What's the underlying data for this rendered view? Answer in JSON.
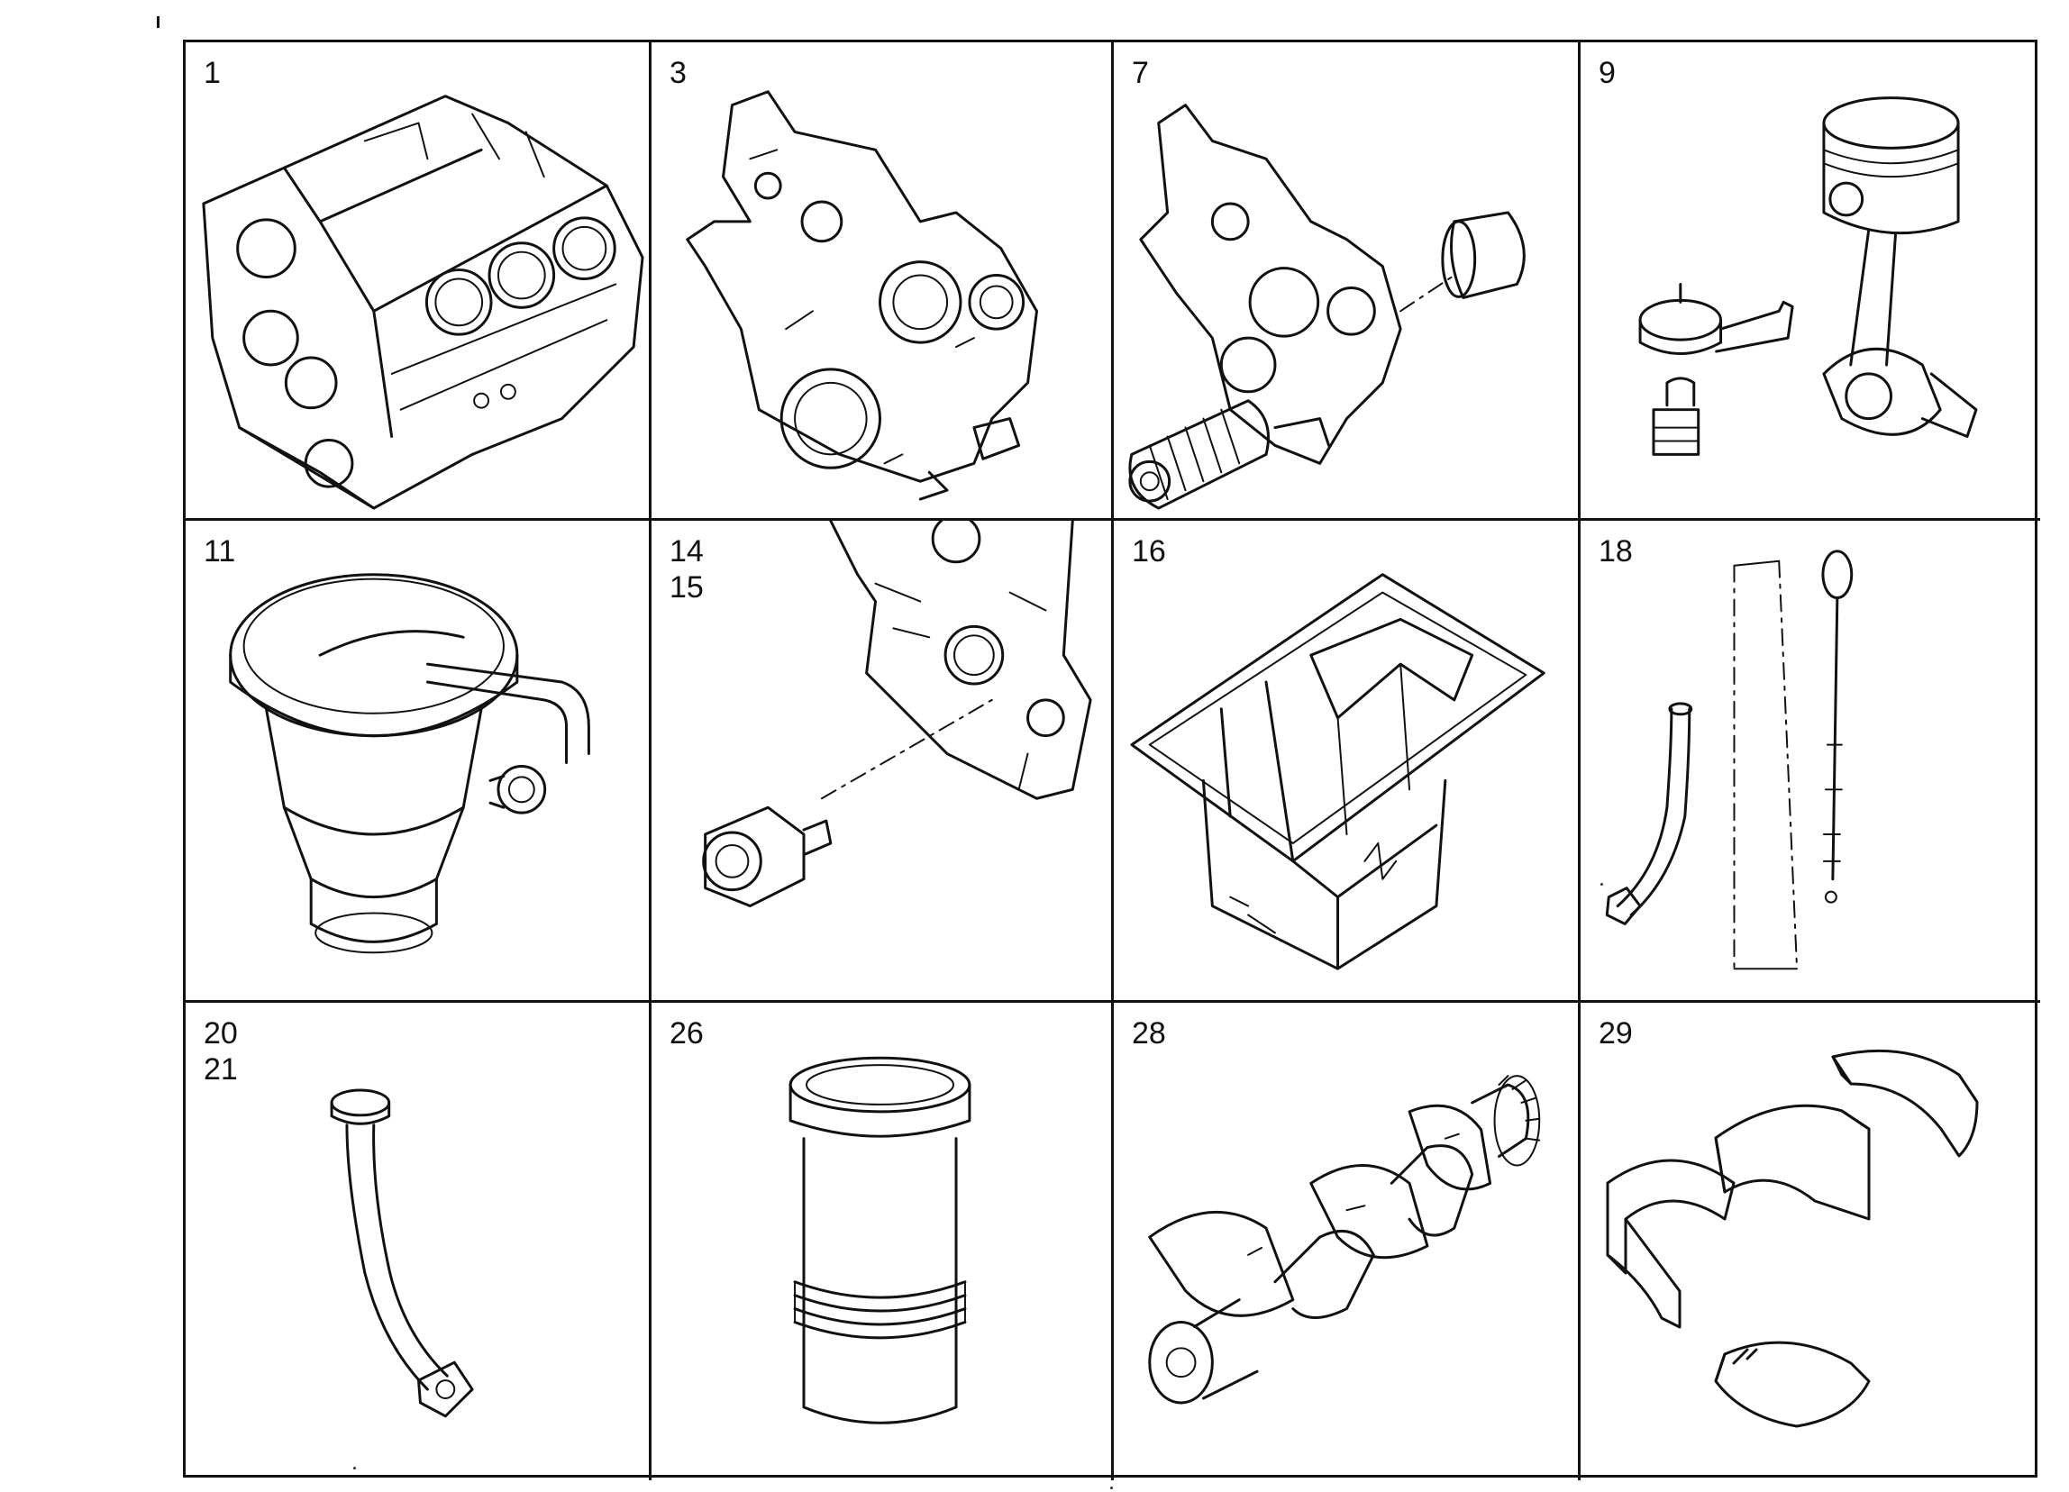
{
  "parts": [
    {
      "number": "1",
      "icon": "engine-block-icon"
    },
    {
      "number": "3",
      "icon": "timing-case-icon"
    },
    {
      "number": "7",
      "icon": "timing-case-with-sleeves-icon"
    },
    {
      "number": "9",
      "icon": "piston-connecting-rod-icon"
    },
    {
      "number": "11",
      "icon": "oil-filter-housing-icon"
    },
    {
      "number": "14\n15",
      "icon": "oil-pressure-valve-icon"
    },
    {
      "number": "16",
      "icon": "oil-pan-icon"
    },
    {
      "number": "18",
      "icon": "dipstick-icon"
    },
    {
      "number": "20\n21",
      "icon": "oil-pipe-icon"
    },
    {
      "number": "26",
      "icon": "cylinder-liner-icon"
    },
    {
      "number": "28",
      "icon": "crankshaft-icon"
    },
    {
      "number": "29",
      "icon": "bearing-shells-icon"
    }
  ]
}
